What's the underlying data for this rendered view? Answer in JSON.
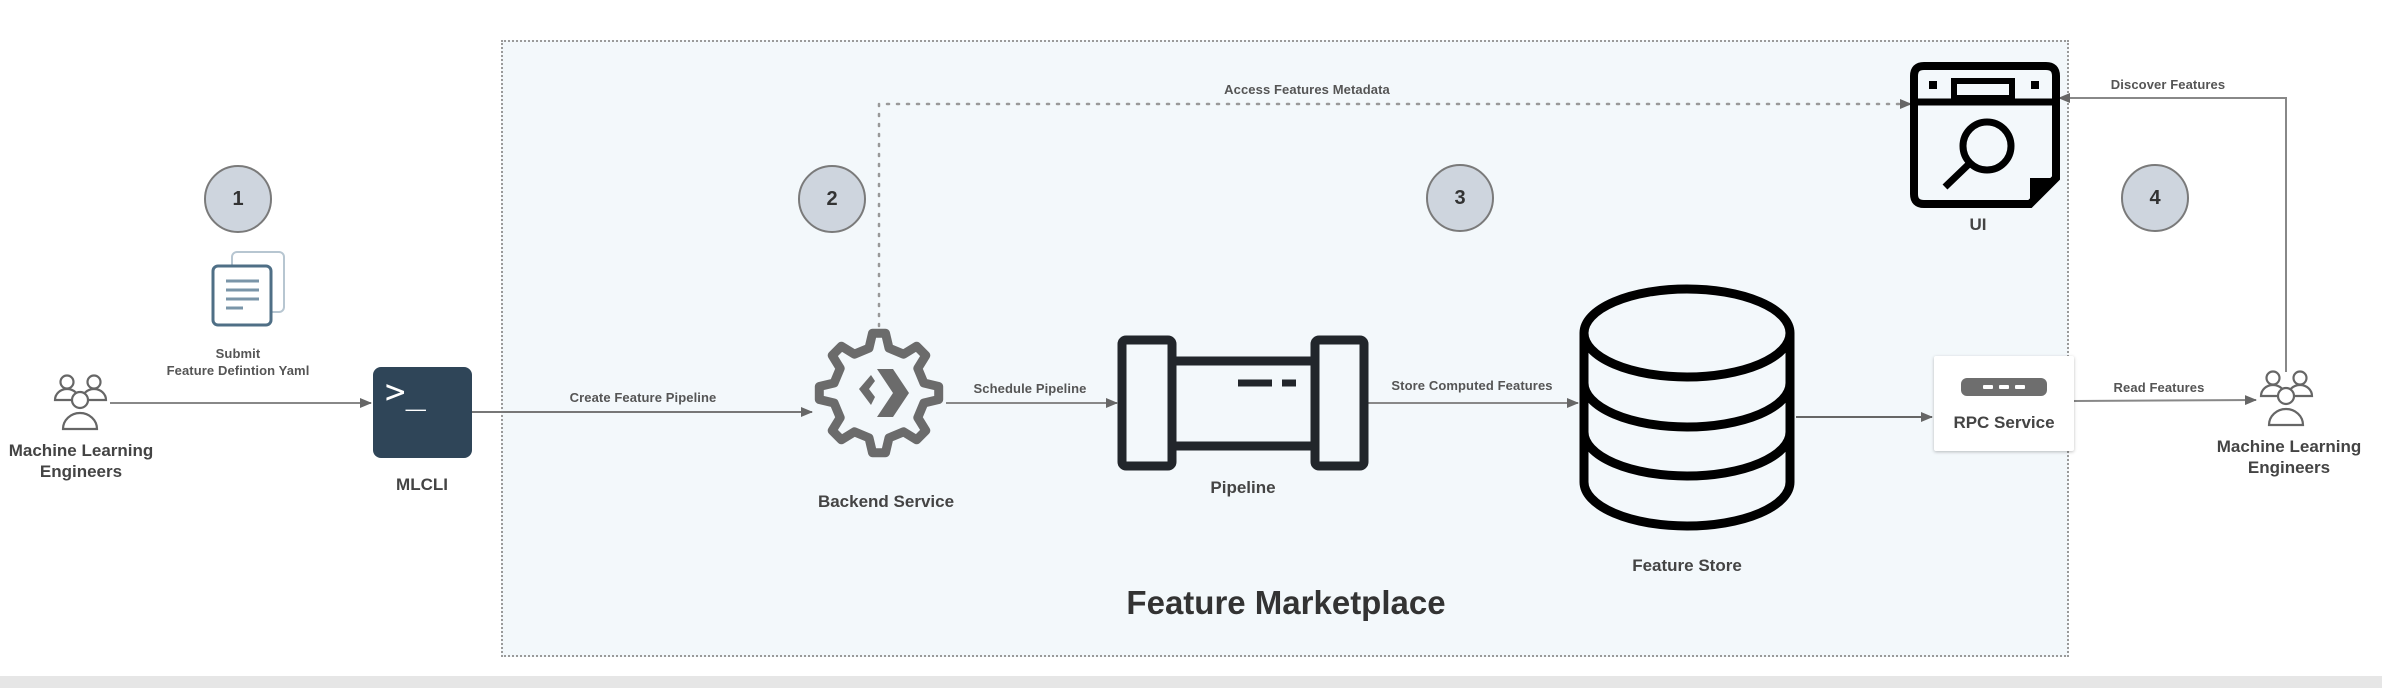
{
  "diagram": {
    "title": "Feature Marketplace",
    "steps": [
      "1",
      "2",
      "3",
      "4"
    ],
    "nodes": {
      "ml_engineers_left": {
        "label_line1": "Machine Learning",
        "label_line2": "Engineers",
        "icon": "users-group-icon"
      },
      "yaml_doc": {
        "label_line1": "Submit",
        "label_line2": "Feature Defintion Yaml",
        "icon": "document-stack-icon"
      },
      "mlcli": {
        "label": "MLCLI",
        "icon": "terminal-icon",
        "prompt": ">_"
      },
      "backend_service": {
        "label": "Backend Service",
        "icon": "gear-icon"
      },
      "pipeline": {
        "label": "Pipeline",
        "icon": "pipeline-icon"
      },
      "feature_store": {
        "label": "Feature Store",
        "icon": "database-icon"
      },
      "ui": {
        "label": "UI",
        "icon": "browser-search-icon"
      },
      "rpc_service": {
        "label": "RPC Service",
        "icon": "server-icon"
      },
      "ml_engineers_right": {
        "label_line1": "Machine Learning",
        "label_line2": "Engineers",
        "icon": "users-group-icon"
      }
    },
    "edges": {
      "create_pipeline": "Create Feature Pipeline",
      "schedule_pipeline": "Schedule Pipeline",
      "store_features": "Store Computed Features",
      "access_metadata": "Access Features Metadata",
      "discover_features": "Discover Features",
      "read_features": "Read Features"
    },
    "colors": {
      "container_bg": "#f3f8fb",
      "step_circle": "#ced5de",
      "mlcli_bg": "#2f4558",
      "gear": "#6b6b6b",
      "icon_dark": "#1f2328",
      "doc_icon": "#4f6f86"
    }
  }
}
